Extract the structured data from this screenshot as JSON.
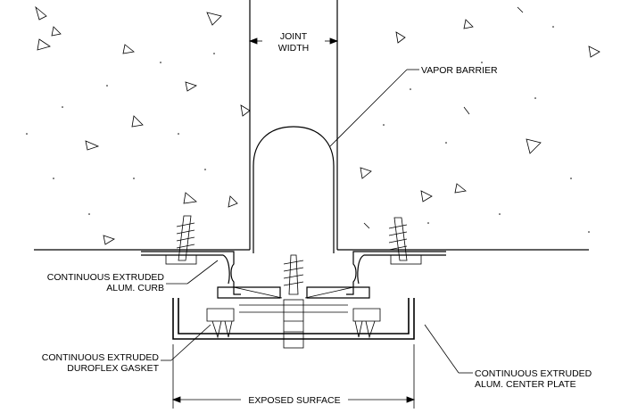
{
  "labels": {
    "joint_width_line1": "JOINT",
    "joint_width_line2": "WIDTH",
    "vapor_barrier": "VAPOR BARRIER",
    "curb_line1": "CONTINUOUS EXTRUDED",
    "curb_line2": "ALUM. CURB",
    "gasket_line1": "CONTINUOUS EXTRUDED",
    "gasket_line2": "DUROFLEX GASKET",
    "plate_line1": "CONTINUOUS EXTRUDED",
    "plate_line2": "ALUM. CENTER PLATE",
    "exposed_surface": "EXPOSED SURFACE"
  }
}
